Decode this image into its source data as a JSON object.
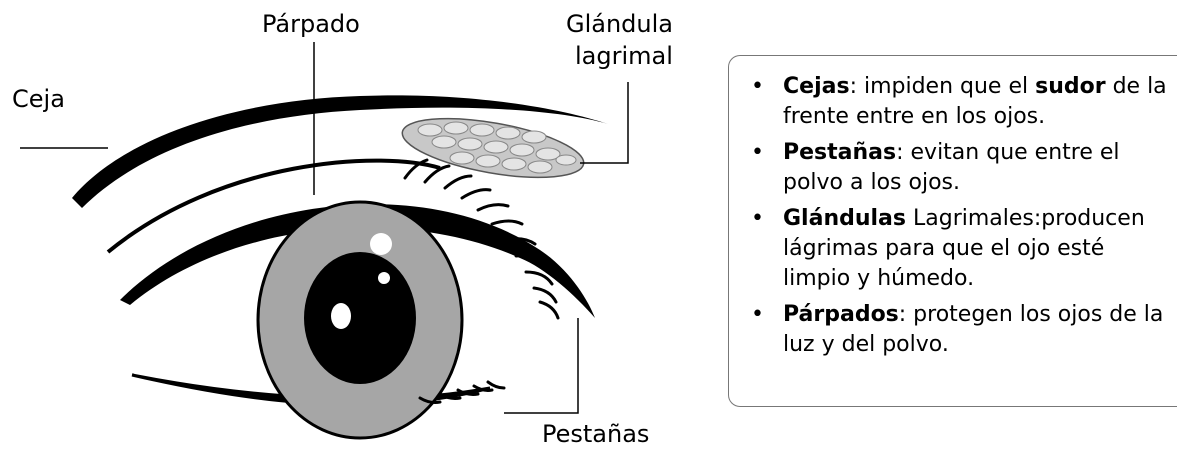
{
  "labels": {
    "ceja": "Ceja",
    "parpado": "Párpado",
    "glandula_line1": "Glándula",
    "glandula_line2": "lagrimal",
    "pestanas": "Pestañas"
  },
  "info": [
    {
      "term": "Cejas",
      "parts": [
        ": impiden que el ",
        "sudor",
        " de la frente entre en los ojos."
      ]
    },
    {
      "term": "Pestañas",
      "text": ": evitan que entre el polvo a los ojos."
    },
    {
      "term": "Glándulas",
      "extra": " Lagrimales",
      "text": ":producen lágrimas para que el ojo esté limpio y húmedo."
    },
    {
      "term": "Párpados",
      "text": ": protegen los ojos de la luz y del polvo."
    }
  ],
  "colors": {
    "iris": "#a6a6a6",
    "pupil": "#000000",
    "gland_fill": "#c8c8c8",
    "gland_cells": "#e4e4e4",
    "box_border": "#777777"
  }
}
